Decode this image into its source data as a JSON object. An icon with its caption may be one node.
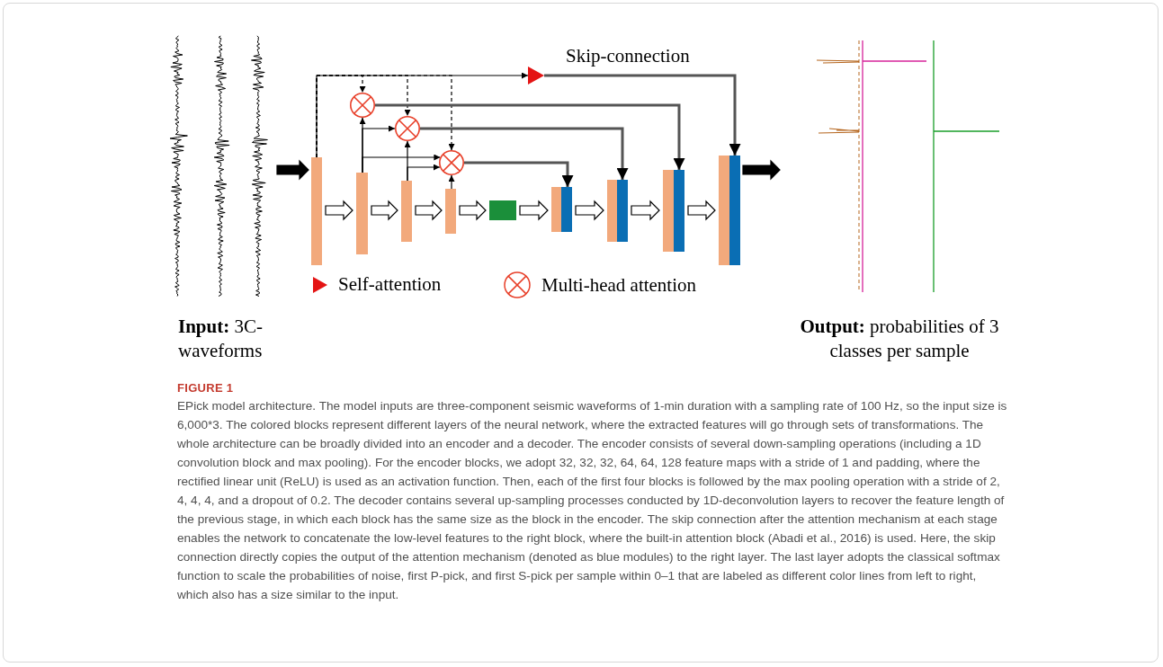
{
  "diagram": {
    "title": "FIGURE 1",
    "caption": "EPick model architecture. The model inputs are three-component seismic waveforms of 1-min duration with a sampling rate of 100 Hz, so the input size is 6,000*3. The colored blocks represent different layers of the neural network, where the extracted features will go through sets of transformations. The whole architecture can be broadly divided into an encoder and a decoder. The encoder consists of several down-sampling operations (including a 1D convolution block and max pooling). For the encoder blocks, we adopt 32, 32, 32, 64, 64, 128 feature maps with a stride of 1 and padding, where the rectified linear unit (ReLU) is used as an activation function. Then, each of the first four blocks is followed by the max pooling operation with a stride of 2, 4, 4, 4, and a dropout of 0.2. The decoder contains several up-sampling processes conducted by 1D-deconvolution layers to recover the feature length of the previous stage, in which each block has the same size as the block in the encoder. The skip connection after the attention mechanism at each stage enables the network to concatenate the low-level features to the right block, where the built-in attention block (Abadi et al., 2016) is used. Here, the skip connection directly copies the output of the attention mechanism (denoted as blue modules) to the right layer. The last layer adopts the classical softmax function to scale the probabilities of noise, first P-pick, and first S-pick per sample within 0–1 that are labeled as different color lines from left to right, which also has a size similar to the input.",
    "nodes": [
      {
        "text": [],
        "shape": "picture",
        "beside": [
          "**Input:** 3C-waveforms"
        ]
      },
      {
        "text": [],
        "shape": "bar"
      },
      {
        "text": [],
        "shape": "bar"
      },
      {
        "text": [],
        "shape": "bar"
      },
      {
        "text": [],
        "shape": "bar"
      },
      {
        "text": [],
        "shape": "box"
      },
      {
        "text": [],
        "shape": "bar"
      },
      {
        "text": [],
        "shape": "bar"
      },
      {
        "text": [],
        "shape": "bar"
      },
      {
        "text": [],
        "shape": "bar"
      },
      {
        "text": [],
        "shape": "picture",
        "beside": [
          "**Output:** probabilities of 3 classes per sample"
        ]
      },
      {
        "text": [],
        "shape": "triangle"
      },
      {
        "text": [],
        "shape": "circle"
      },
      {
        "text": [],
        "shape": "circle"
      },
      {
        "text": [],
        "shape": "circle"
      }
    ],
    "edges": [
      {
        "from": 0,
        "to": 1,
        "arrow": "to",
        "style": "thick",
        "color": "#000000"
      },
      {
        "from": 1,
        "to": 2,
        "arrow": "to",
        "style": "thick"
      },
      {
        "from": 2,
        "to": 3,
        "arrow": "to",
        "style": "thick"
      },
      {
        "from": 3,
        "to": 4,
        "arrow": "to",
        "style": "thick"
      },
      {
        "from": 4,
        "to": 5,
        "arrow": "to",
        "style": "thick"
      },
      {
        "from": 5,
        "to": 6,
        "arrow": "to",
        "style": "thick"
      },
      {
        "from": 6,
        "to": 7,
        "arrow": "to",
        "style": "thick"
      },
      {
        "from": 7,
        "to": 8,
        "arrow": "to",
        "style": "thick"
      },
      {
        "from": 8,
        "to": 9,
        "arrow": "to",
        "style": "thick"
      },
      {
        "from": 9,
        "to": 10,
        "arrow": "to",
        "style": "thick",
        "color": "#000000"
      },
      {
        "from": 1,
        "to": 11,
        "arrow": "to"
      },
      {
        "from": 1,
        "to": 12,
        "arrow": "to",
        "style": "dashed"
      },
      {
        "from": 1,
        "to": 13,
        "arrow": "to",
        "style": "dashed"
      },
      {
        "from": 1,
        "to": 14,
        "arrow": "to",
        "style": "dashed"
      },
      {
        "from": 2,
        "to": 12,
        "arrow": "to"
      },
      {
        "from": 2,
        "to": 13,
        "arrow": "to"
      },
      {
        "from": 2,
        "to": 14,
        "arrow": "to"
      },
      {
        "from": 3,
        "to": 13,
        "arrow": "to"
      },
      {
        "from": 3,
        "to": 14,
        "arrow": "to"
      },
      {
        "from": 4,
        "to": 14,
        "arrow": "to"
      },
      {
        "from": 11,
        "to": 9,
        "arrow": "to",
        "label": "Skip-connection",
        "color": "#555555"
      },
      {
        "from": 12,
        "to": 8,
        "arrow": "to",
        "color": "#555555"
      },
      {
        "from": 13,
        "to": 7,
        "arrow": "to",
        "color": "#555555"
      },
      {
        "from": 14,
        "to": 6,
        "arrow": "to",
        "color": "#555555"
      }
    ],
    "legend": [
      {
        "text": "Self-attention"
      },
      {
        "text": "Multi-head attention"
      }
    ]
  }
}
